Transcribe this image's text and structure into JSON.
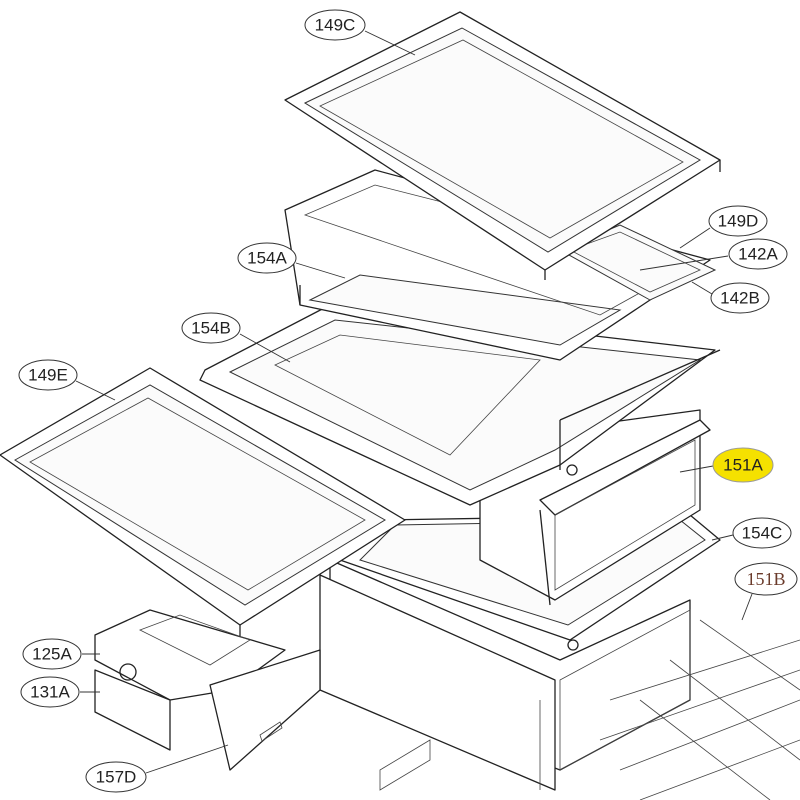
{
  "diagram": {
    "labels": {
      "l149C": "149C",
      "l149D": "149D",
      "l142A": "142A",
      "l142B": "142B",
      "l154A": "154A",
      "l154B": "154B",
      "l149E": "149E",
      "l151A": "151A",
      "l154C": "154C",
      "l151B": "151B",
      "l125A": "125A",
      "l131A": "131A",
      "l157D": "157D"
    },
    "highlight_color": "#f5e100",
    "highlighted_part": "151A"
  }
}
